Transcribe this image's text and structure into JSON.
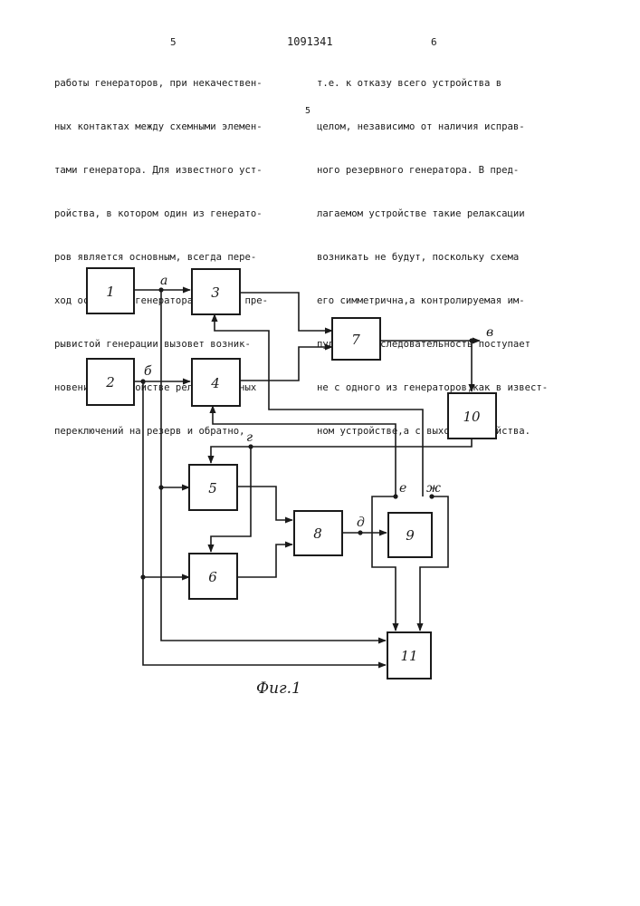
{
  "header": {
    "left_page": "5",
    "patent_number": "1091341",
    "right_page": "6",
    "line_marker": "5"
  },
  "left_column": [
    "работы генераторов, при некачествен-",
    "ных контактах между схемными элемен-",
    "тами генератора. Для известного уст-",
    "ройства, в котором один из генерато-",
    "ров является основным, всегда перe-",
    "ход основного генератора в режим пре-",
    "рывистой генерации вызовет возник-",
    "новение в устройстве релаксационных",
    "переключений на резерв и обратно,"
  ],
  "right_column": [
    "т.е. к отказу всего устройства в",
    "целом, независимо от наличия исправ-",
    "ного резервного генератора. В пред-",
    "лагаемом устройстве такие релаксации",
    "возникать не будут, поскольку схема",
    "его симметрична,а контролируемая им-",
    "пульсная последовательность поступает",
    "не с одного из генераторов,как в извест-",
    "ном устройстве,а с выхода устройства."
  ],
  "figure": {
    "caption": "Фиг.1",
    "blocks": [
      "1",
      "2",
      "3",
      "4",
      "5",
      "6",
      "7",
      "8",
      "9",
      "10",
      "11"
    ],
    "signals": {
      "a": "а",
      "b": "б",
      "v": "в",
      "g": "г",
      "d": "д",
      "e": "е",
      "zh": "ж"
    }
  }
}
